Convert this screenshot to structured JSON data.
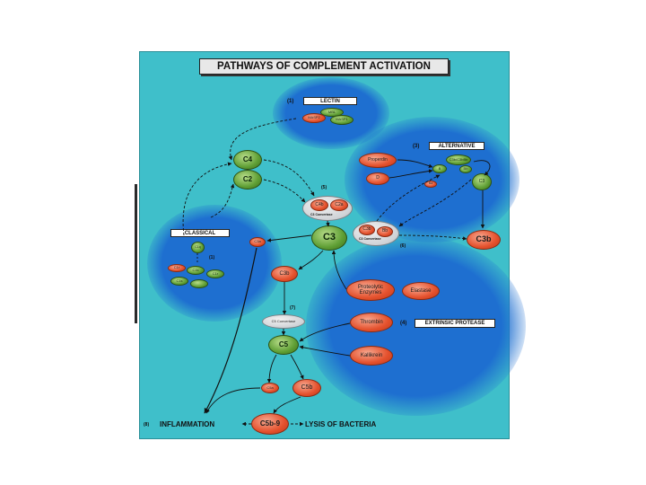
{
  "title": "PATHWAYS OF COMPLEMENT ACTIVATION",
  "lectin": {
    "tag": "(1)",
    "title": "LECTIN",
    "mbl": "MBL",
    "masp2": "MASP2",
    "masp1": "MASP1"
  },
  "alternative": {
    "tag": "(3)",
    "title": "ALTERNATIVE",
    "properdin": "Properdin",
    "d": "D",
    "c3bbb": "C3b/C3bBb",
    "b": "B",
    "bb": "Bb",
    "ba": "Ba",
    "c3": "C3"
  },
  "classical": {
    "title": "CLASSICAL",
    "tag": "(1)",
    "c1q": "C1q",
    "c1r": "C1r",
    "c1s": "C1s",
    "c1r2": "C1r",
    "c1s2": "C1s"
  },
  "center": {
    "c4": "C4",
    "c2": "C2",
    "conv_tag": "(5)",
    "c4b": "C4b",
    "c2a": "C2a",
    "c3conv_a": "C3 Convertase",
    "c3b_pair": "C3b",
    "bb_pair": "Bb",
    "c3conv_b": "C3 Convertase",
    "tag6": "(6)",
    "c3": "C3",
    "c3a": "C3a",
    "c3b_right": "C3b",
    "c3b_mid": "C3b"
  },
  "extrinsic": {
    "proteolytic": "Proteolytic Enzymes",
    "elastase": "Elastase",
    "thrombin": "Thrombin",
    "kallikrein": "Kallikrein",
    "tag": "(4)",
    "title": "EXTRINSIC PROTEASE"
  },
  "lower": {
    "tag7": "(7)",
    "c5conv": "C5 Convertase",
    "c5": "C5",
    "c5a": "C5a",
    "c5b": "C5b",
    "c5b9": "C5b-9",
    "tag8": "(8)",
    "inflammation": "INFLAMMATION",
    "lysis": "LYSIS OF BACTERIA"
  }
}
